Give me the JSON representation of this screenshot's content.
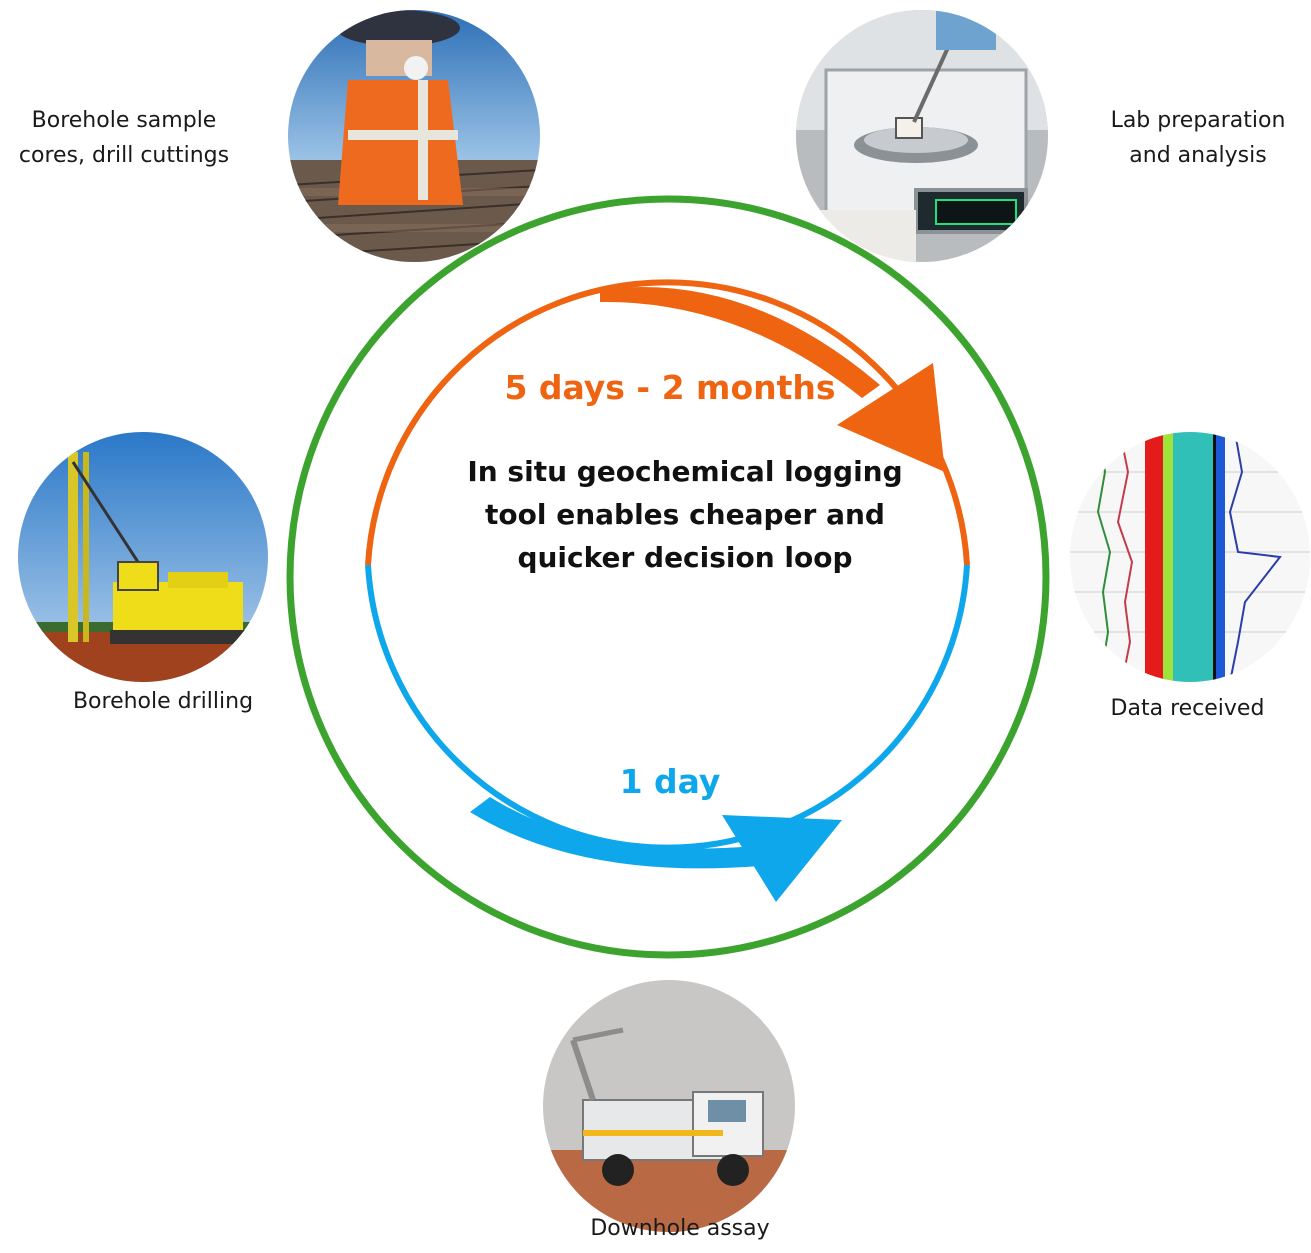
{
  "diagram": {
    "center_text": "In situ geochemical logging\ntool enables cheaper and\nquicker decision loop",
    "slow_loop": {
      "label": "5 days - 2 months",
      "color": "#ee6411"
    },
    "fast_loop": {
      "label": "1 day",
      "color": "#0ea7ec"
    },
    "outer_loop": {
      "color": "#3ca32e"
    },
    "stages": [
      {
        "id": "sample",
        "label": "Borehole sample\ncores, drill cuttings"
      },
      {
        "id": "lab",
        "label": "Lab preparation\nand analysis"
      },
      {
        "id": "drilling",
        "label": "Borehole drilling"
      },
      {
        "id": "data",
        "label": "Data received"
      },
      {
        "id": "downhole",
        "label": "Downhole assay"
      }
    ]
  }
}
